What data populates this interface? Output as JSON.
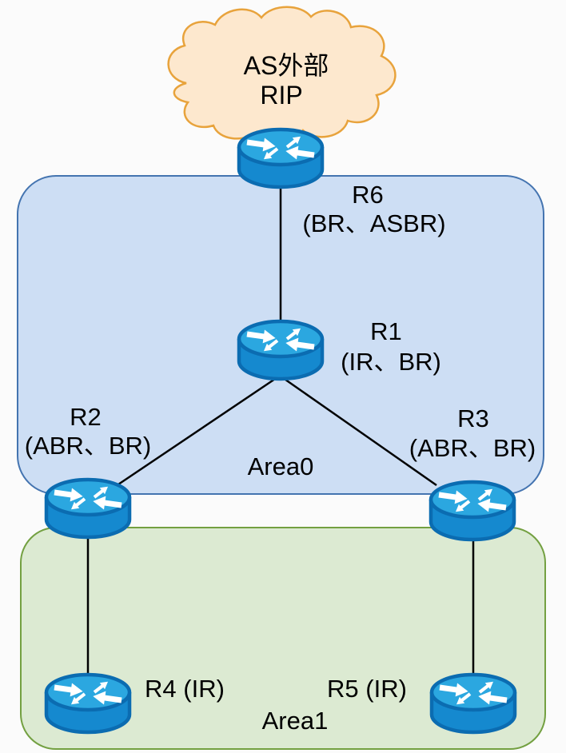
{
  "diagram": {
    "type": "network-topology",
    "external_network": {
      "label_line1": "AS外部",
      "label_line2": "RIP"
    },
    "areas": {
      "area0": {
        "label": "Area0"
      },
      "area1": {
        "label": "Area1"
      }
    },
    "routers": {
      "r6": {
        "name": "R6",
        "roles": "(BR、ASBR)"
      },
      "r1": {
        "name": "R1",
        "roles": "(IR、BR)"
      },
      "r2": {
        "name": "R2",
        "roles": "(ABR、BR)"
      },
      "r3": {
        "name": "R3",
        "roles": "(ABR、BR)"
      },
      "r4": {
        "label": "R4 (IR)"
      },
      "r5": {
        "label": "R5 (IR)"
      }
    },
    "links": [
      {
        "from": "R6",
        "to": "R1"
      },
      {
        "from": "R1",
        "to": "R2"
      },
      {
        "from": "R1",
        "to": "R3"
      },
      {
        "from": "R2",
        "to": "R4"
      },
      {
        "from": "R3",
        "to": "R5"
      }
    ],
    "colors": {
      "background": "#fbfbfb",
      "cloud_fill": "#fde8ce",
      "cloud_border": "#e8a33c",
      "area0_fill": "#cddef4",
      "area0_border": "#4474b0",
      "area1_fill": "#dcead2",
      "area1_border": "#73a041",
      "router_top": "#2ba7e0",
      "router_body": "#1589cf",
      "router_outline": "#0b6cb1",
      "arrow": "#ffffff",
      "link": "#000000",
      "text": "#000000"
    }
  }
}
